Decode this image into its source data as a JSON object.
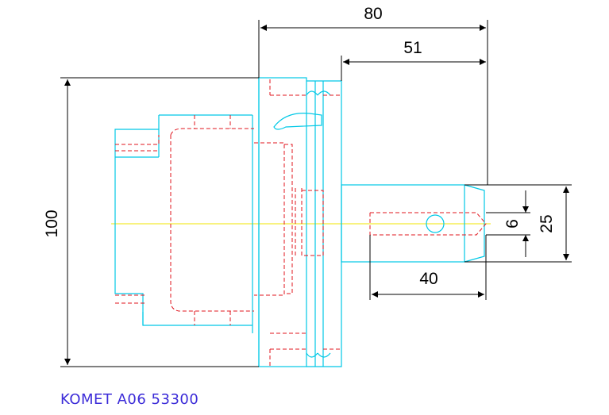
{
  "drawing": {
    "dimensions": {
      "overall_length": "80",
      "shank_length": "51",
      "bore_depth": "40",
      "flange_diameter": "100",
      "shank_diameter": "25",
      "bore_diameter": "6"
    },
    "caption": "KOMET A06 53300"
  },
  "colors": {
    "outline": "#00c8e6",
    "hidden_lines": "#e0141e",
    "dimensions": "#000000",
    "centerline": "#f2e600",
    "caption": "#3b2bd8"
  }
}
